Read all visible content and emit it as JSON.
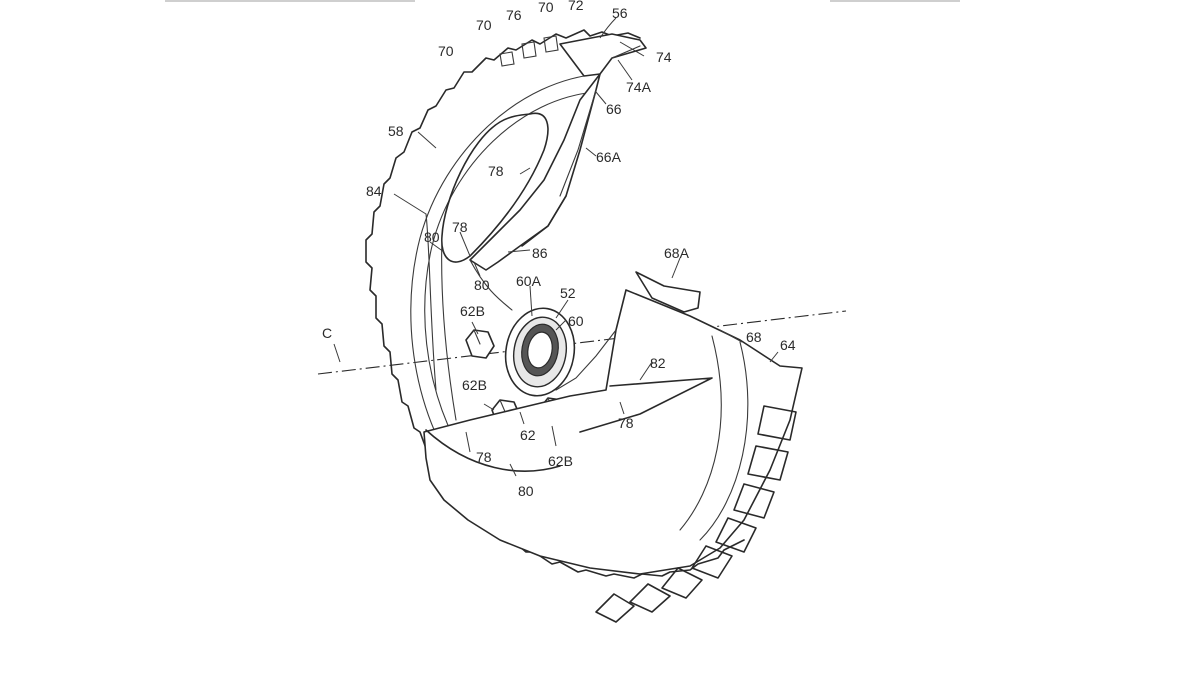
{
  "labels": {
    "l56": "56",
    "l70a": "70",
    "l70b": "70",
    "l70c": "70",
    "l72": "72",
    "l76": "76",
    "l74": "74",
    "l74a": "74A",
    "l66": "66",
    "l66a": "66A",
    "l58": "58",
    "l78a": "78",
    "l84": "84",
    "l80a": "80",
    "l78b": "78",
    "l86": "86",
    "l80b": "80",
    "l60a": "60A",
    "l52": "52",
    "l60": "60",
    "l62ba": "62B",
    "l68a": "68A",
    "l68": "68",
    "l64": "64",
    "lc": "C",
    "l62bb": "62B",
    "l82": "82",
    "l78c": "78",
    "l62": "62",
    "l78d": "78",
    "l62bc": "62B",
    "l80c": "80"
  }
}
